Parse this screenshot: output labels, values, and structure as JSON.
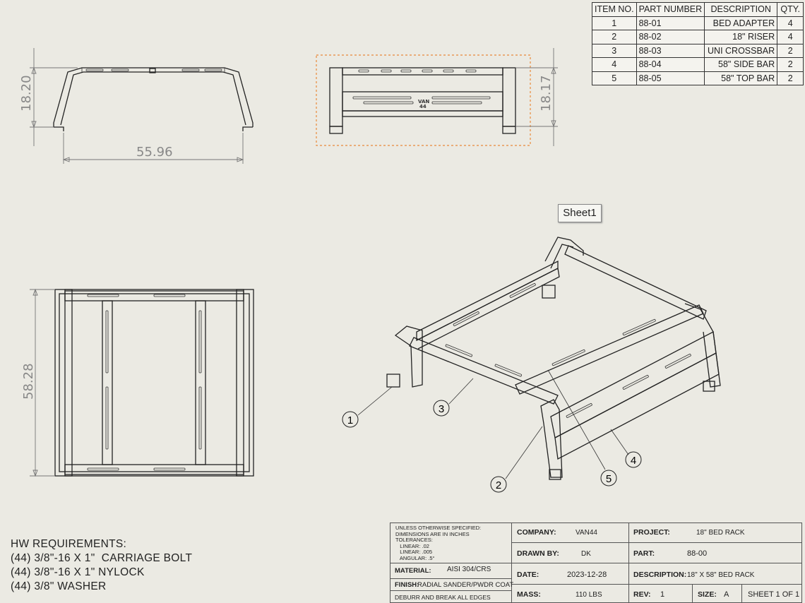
{
  "bom": {
    "headers": [
      "ITEM NO.",
      "PART NUMBER",
      "DESCRIPTION",
      "QTY."
    ],
    "rows": [
      [
        "1",
        "88-01",
        "BED ADAPTER",
        "4"
      ],
      [
        "2",
        "88-02",
        "18\" RISER",
        "4"
      ],
      [
        "3",
        "88-03",
        "UNI CROSSBAR",
        "2"
      ],
      [
        "4",
        "88-04",
        "58\" SIDE BAR",
        "2"
      ],
      [
        "5",
        "88-05",
        "58\" TOP BAR",
        "2"
      ]
    ]
  },
  "dimensions": {
    "front_height": "18.20",
    "front_width": "55.96",
    "side_height": "18.17",
    "top_length": "58.28"
  },
  "sheet_label": "Sheet1",
  "balloons": [
    "1",
    "2",
    "3",
    "4",
    "5"
  ],
  "hw": {
    "title": "HW REQUIREMENTS:",
    "items": [
      "(44) 3/8\"-16 X 1\"  CARRIAGE BOLT",
      "(44) 3/8\"-16 X 1\" NYLOCK",
      "(44) 3/8\" WASHER"
    ]
  },
  "title_block": {
    "tolerances": "UNLESS OTHERWISE SPECIFIED:\nDIMENSIONS ARE IN INCHES\nTOLERANCES:\n   LINEAR: .02\n   LINEAR: .005\n   ANGULAR: .5°",
    "material_label": "MATERIAL:",
    "material": "AISI 304/CRS",
    "finish_label": "FINISH:",
    "finish": "RADIAL SANDER/PWDR COAT",
    "deburr": "DEBURR AND BREAK ALL EDGES",
    "company_label": "COMPANY:",
    "company": "VAN44",
    "drawn_label": "DRAWN BY:",
    "drawn": "DK",
    "date_label": "DATE:",
    "date": "2023-12-28",
    "mass_label": "MASS:",
    "mass": "110 LBS",
    "project_label": "PROJECT:",
    "project": "18\" BED RACK",
    "part_label": "PART:",
    "part": "88-00",
    "desc_label": "DESCRIPTION:",
    "desc": "18\" X 58\" BED RACK",
    "rev_label": "REV:",
    "rev": "1",
    "size_label": "SIZE:",
    "size": "A",
    "sheet": "SHEET 1 OF 1"
  }
}
